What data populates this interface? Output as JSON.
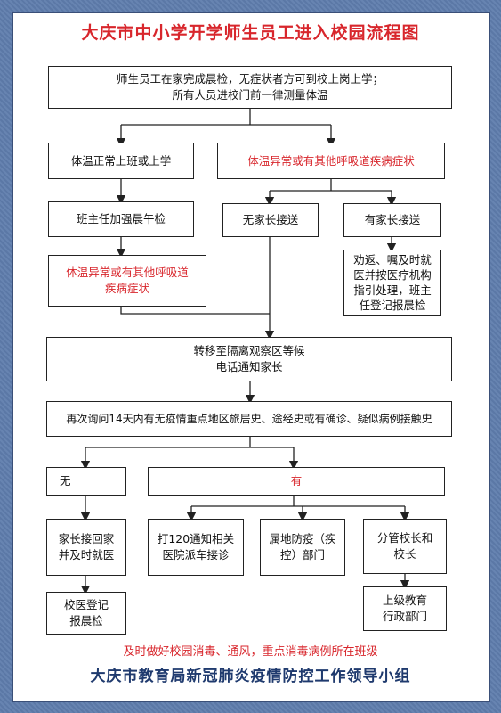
{
  "title": "大庆市中小学开学师生员工进入校园流程图",
  "nodes": {
    "home_check": "师生员工在家完成晨检，无症状者方可到校上岗上学；\n所有人员进校门前一律测量体温",
    "temp_normal": "体温正常上班或上学",
    "temp_abnormal": "体温异常或有其他呼吸道疾病症状",
    "teacher_check": "班主任加强晨午检",
    "no_parent": "无家长接送",
    "has_parent": "有家长接送",
    "abnormal2": "体温异常或有其他呼吸道\n疾病症状",
    "advise": "劝返、嘱及时就\n医并按医疗机构\n指引处理，班主\n任登记报晨检",
    "isolation": "转移至隔离观察区等候\n电话通知家长",
    "inquire": "再次询问14天内有无疫情重点地区旅居史、途经史或有确诊、疑似病例接触史",
    "none": "无",
    "yes": "有",
    "parent_pickup": "家长接回家\n并及时就医",
    "call_120": "打120通知相关\n医院派车接诊",
    "local_cdc": "属地防疫（疾\n控）部门",
    "principal": "分管校长和\n校长",
    "doctor_register": "校医登记\n报晨检",
    "edu_dept": "上级教育\n行政部门"
  },
  "footer_note": "及时做好校园消毒、通风，重点消毒病例所在班级",
  "footer_org": "大庆市教育局新冠肺炎疫情防控工作领导小组",
  "colors": {
    "accent_red": "#d8262c",
    "frame_blue": "#5f7dad",
    "org_blue": "#1f3a6e"
  }
}
